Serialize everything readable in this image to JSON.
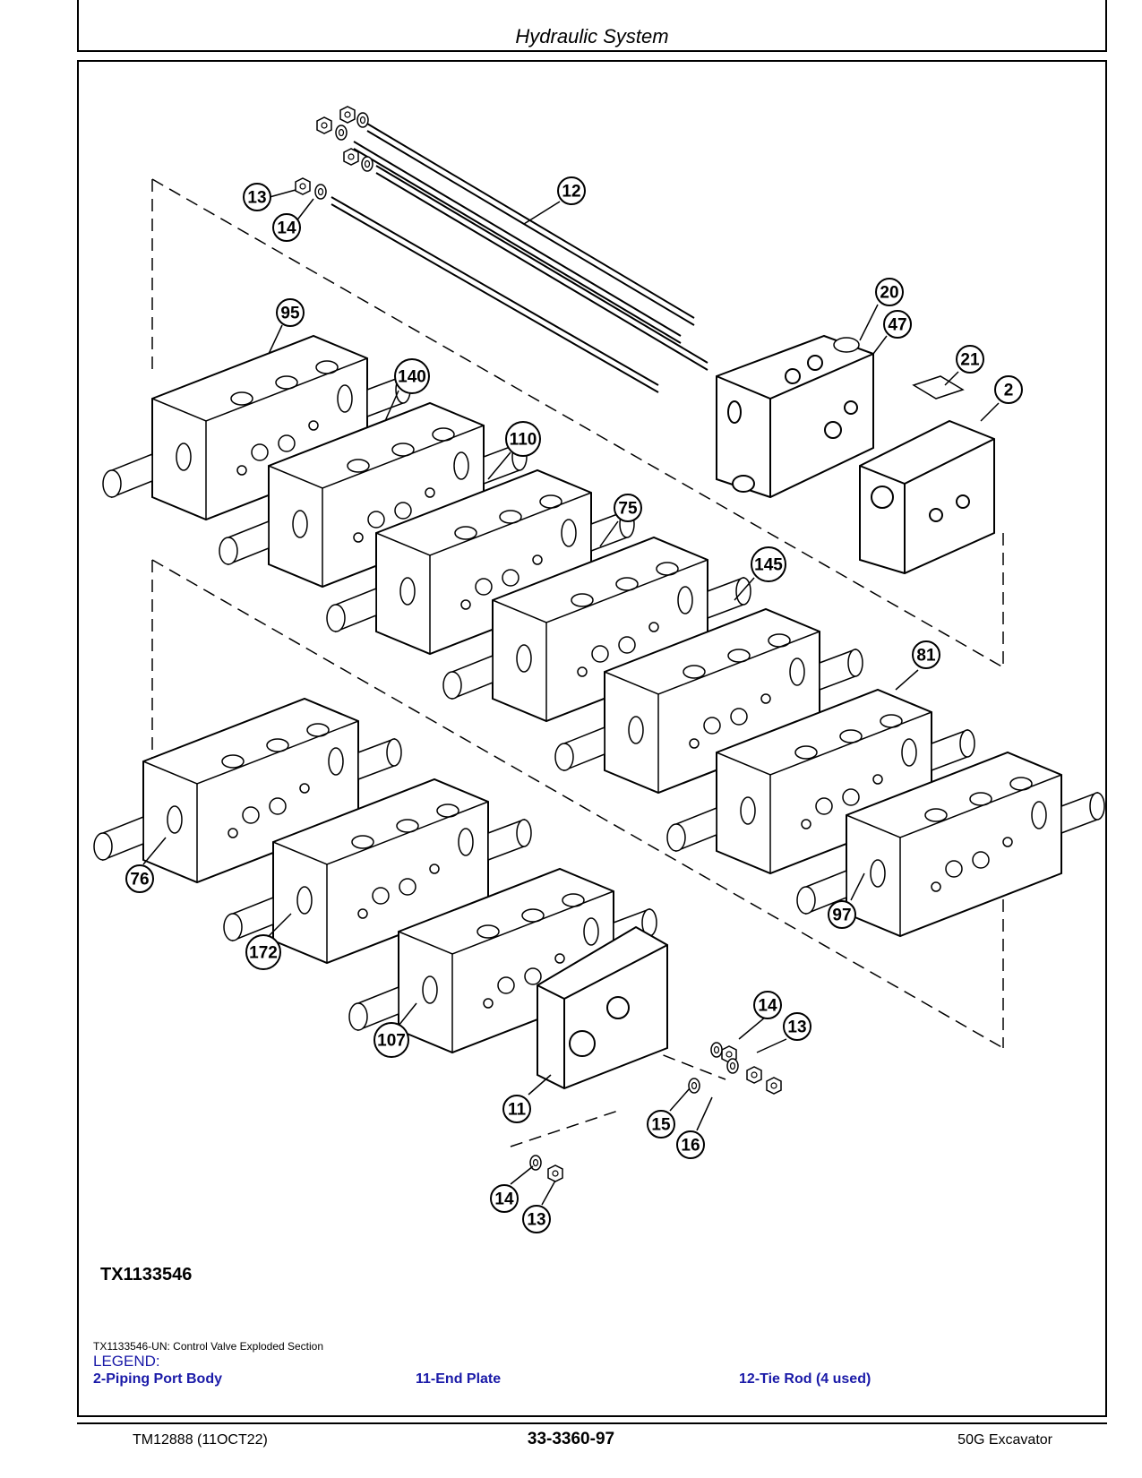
{
  "header": {
    "title": "Hydraulic System"
  },
  "figure": {
    "figure_id": "TX1133546",
    "caption": "TX1133546-UN: Control Valve Exploded Section",
    "callouts": [
      "13",
      "14",
      "12",
      "95",
      "140",
      "110",
      "75",
      "145",
      "20",
      "47",
      "21",
      "2",
      "81",
      "76",
      "172",
      "107",
      "97",
      "14",
      "13",
      "11",
      "15",
      "16",
      "14",
      "13"
    ]
  },
  "legend": {
    "title": "LEGEND:",
    "items": [
      "2-Piping Port Body",
      "11-End Plate",
      "12-Tie Rod (4 used)"
    ]
  },
  "footer": {
    "manual": "TM12888 (11OCT22)",
    "page": "33-3360-97",
    "model": "50G Excavator"
  }
}
